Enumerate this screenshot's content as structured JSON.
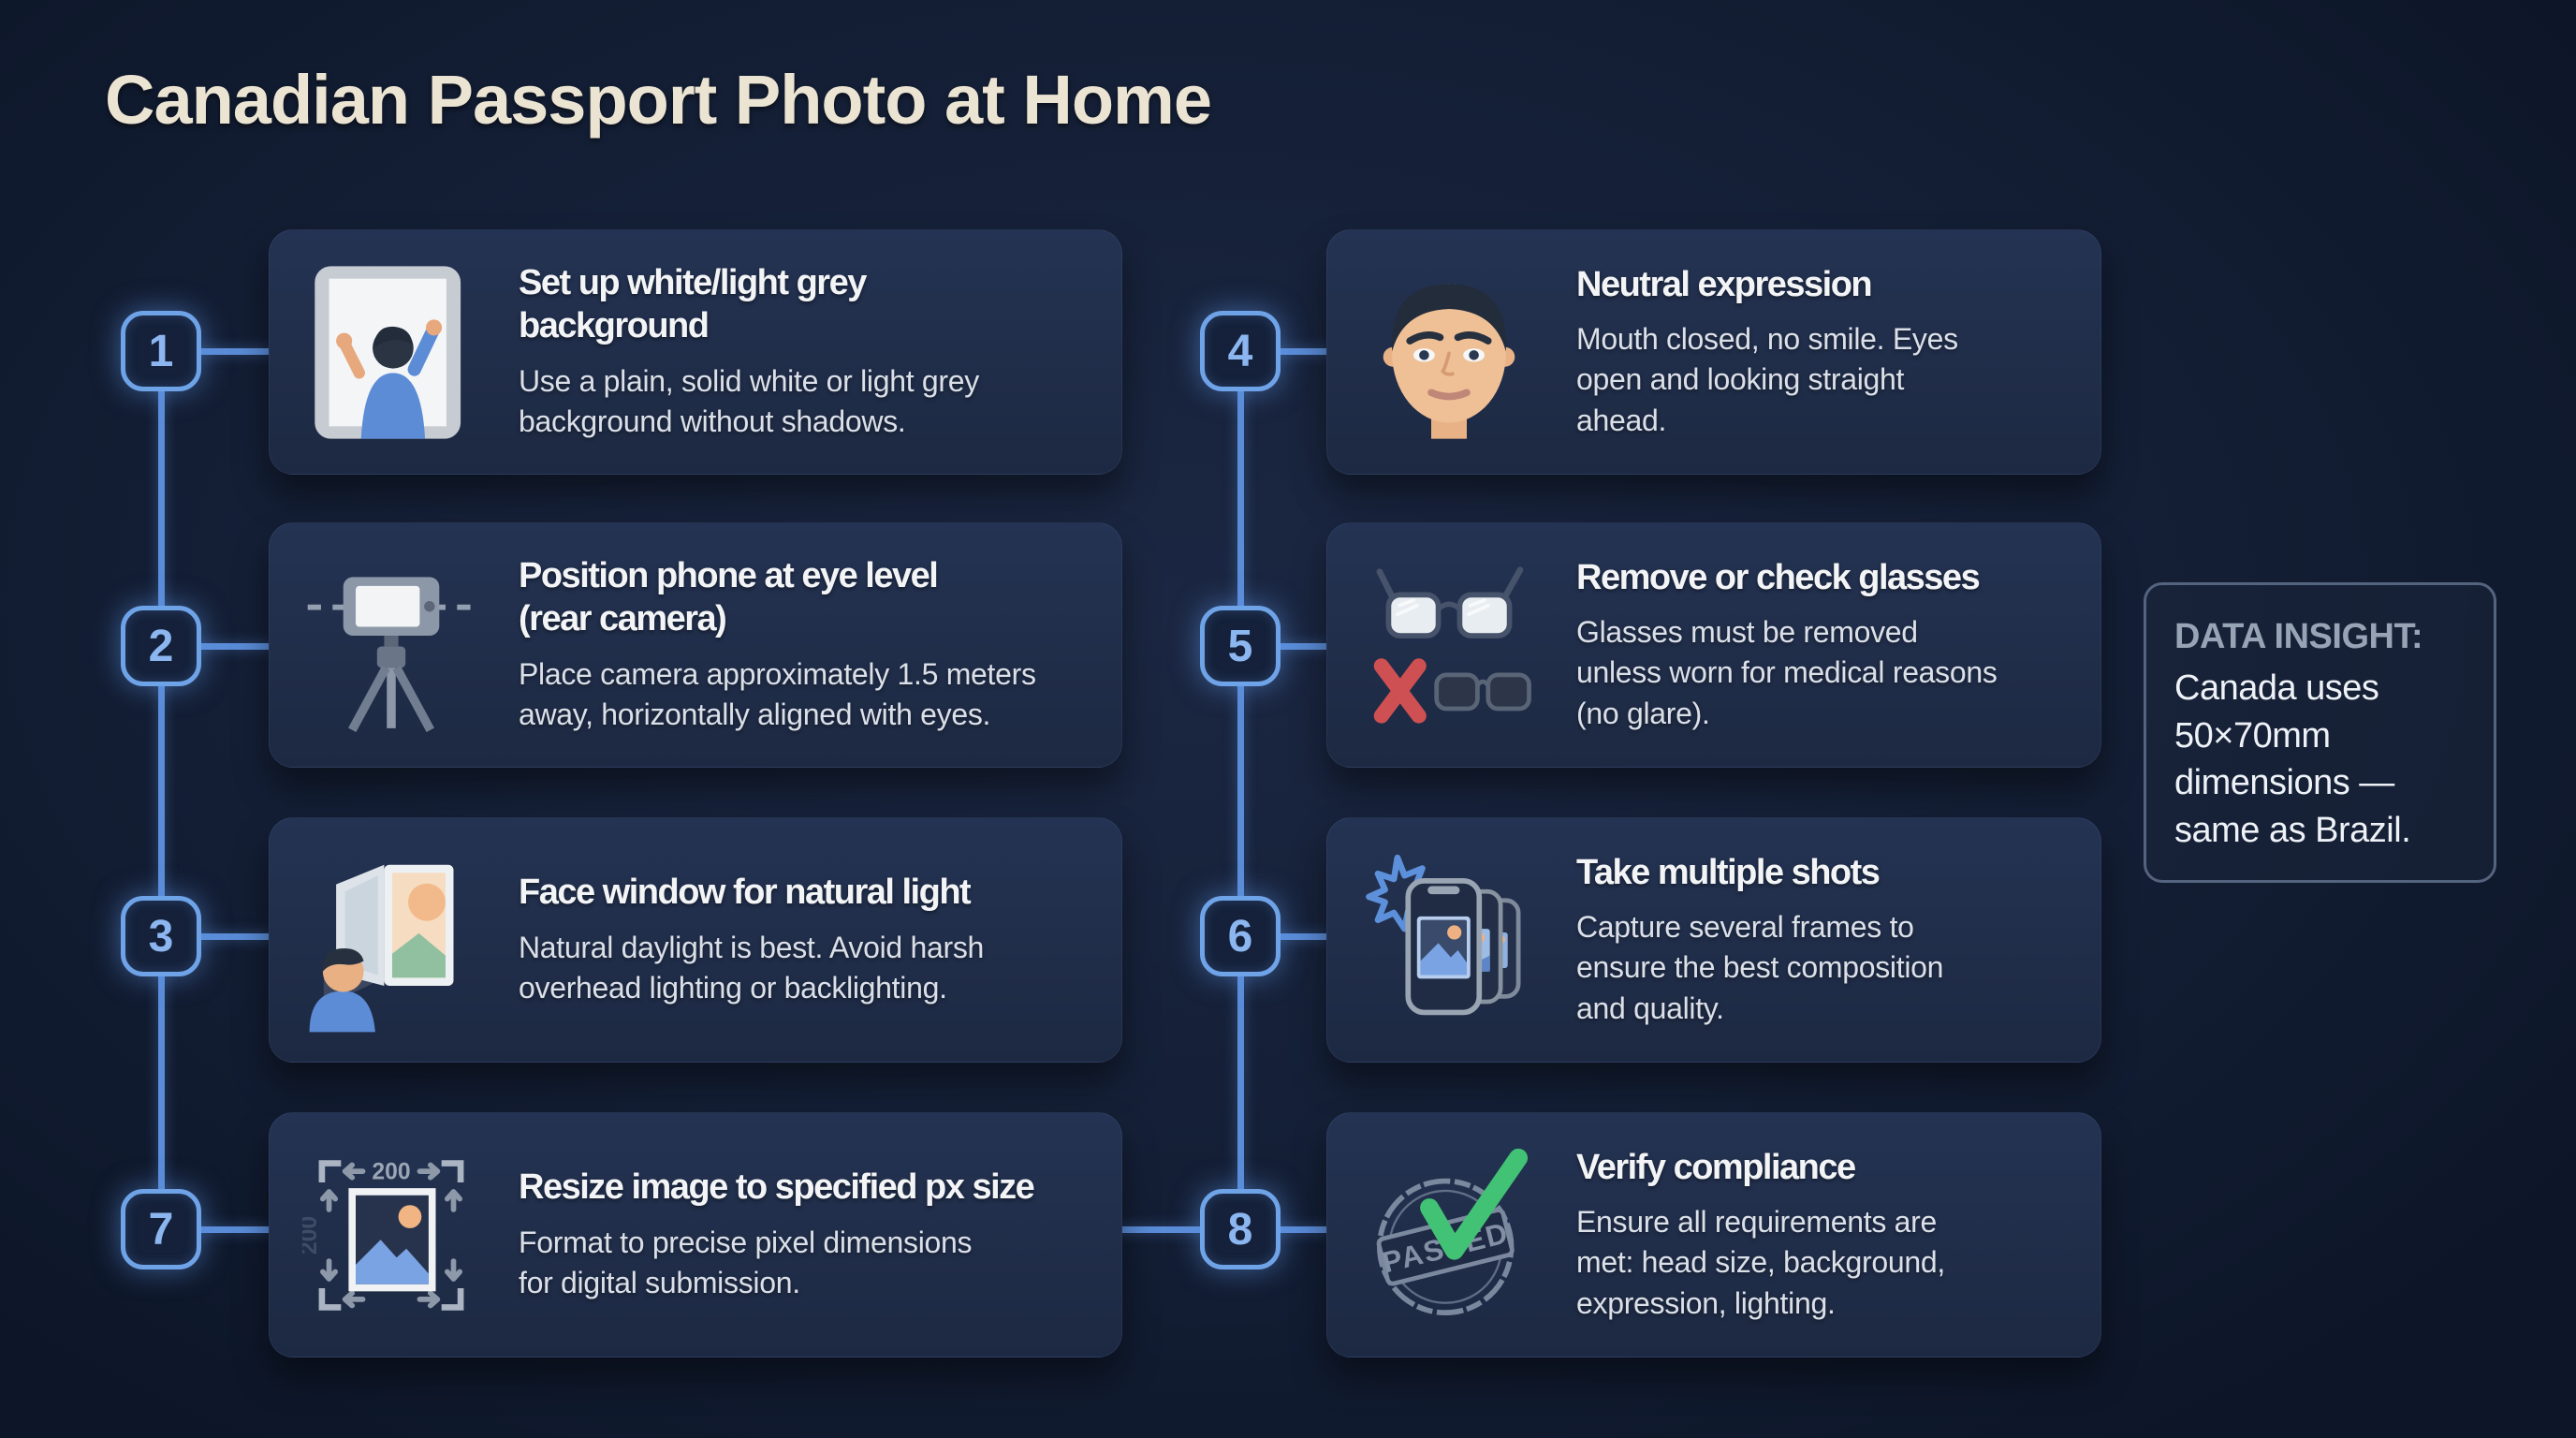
{
  "title": "Canadian Passport Photo at Home",
  "steps": [
    {
      "num": "1",
      "title": "Set up white/light grey\nbackground",
      "desc": "Use a plain, solid white or light grey\nbackground without shadows.",
      "icon": "backdrop-icon"
    },
    {
      "num": "2",
      "title": "Position phone at eye level\n(rear camera)",
      "desc": "Place camera approximately 1.5 meters\naway, horizontally aligned with eyes.",
      "icon": "tripod-phone-icon"
    },
    {
      "num": "3",
      "title": "Face window for natural light",
      "desc": "Natural daylight is best. Avoid harsh\noverhead lighting or backlighting.",
      "icon": "window-light-icon"
    },
    {
      "num": "7",
      "title": "Resize image to specified px size",
      "desc": "Format to precise pixel dimensions\nfor digital submission.",
      "icon": "resize-image-icon"
    },
    {
      "num": "4",
      "title": "Neutral expression",
      "desc": "Mouth closed, no smile. Eyes\nopen and looking straight\nahead.",
      "icon": "neutral-face-icon"
    },
    {
      "num": "5",
      "title": "Remove or check glasses",
      "desc": "Glasses must be removed\nunless worn for medical reasons\n(no glare).",
      "icon": "glasses-removed-icon"
    },
    {
      "num": "6",
      "title": "Take multiple shots",
      "desc": "Capture several frames to\nensure the best composition\nand quality.",
      "icon": "multiple-shots-icon"
    },
    {
      "num": "8",
      "title": "Verify compliance",
      "desc": "Ensure all requirements are\nmet: head size, background,\nexpression, lighting.",
      "icon": "passed-stamp-icon"
    }
  ],
  "insight": {
    "label": "DATA INSIGHT:",
    "text": "Canada uses\n50×70mm\ndimensions —\nsame as Brazil."
  },
  "icons": {
    "resize": {
      "width_label": "200",
      "height_label": "200"
    },
    "stamp": {
      "text": "PASSED"
    }
  },
  "colors": {
    "page_bg": "#141f36",
    "card_bg": "#1f2c47",
    "accent_blue": "#5a8cd8",
    "badge_text": "#8cb6f0",
    "title_cream": "#ece4d2",
    "insight_label_grey": "#97a4b5",
    "check_green": "#41c274",
    "x_red": "#cf5052"
  }
}
